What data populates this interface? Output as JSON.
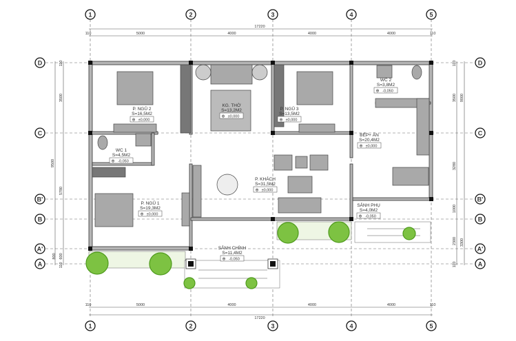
{
  "axes": {
    "columns": [
      "1",
      "2",
      "3",
      "4",
      "5"
    ],
    "rows": [
      "D",
      "C",
      "B'",
      "B",
      "A'",
      "A"
    ]
  },
  "dimensions": {
    "top_total": "17220",
    "top_offset_left": "110",
    "top_offset_right": "110",
    "top_spans": [
      "5000",
      "4000",
      "4000",
      "4000"
    ],
    "bottom_total": "17220",
    "bottom_offset_left": "110",
    "bottom_offset_right": "110",
    "bottom_spans": [
      "5000",
      "4000",
      "4000",
      "4000"
    ],
    "left_total": "9500",
    "left_spans": [
      "3500",
      "5780"
    ],
    "left_small": [
      "110",
      "800",
      "600",
      "110"
    ],
    "right_total": "9000",
    "right_total_lower": "3300",
    "right_spans": [
      "3500",
      "3280",
      "1000",
      "2300"
    ],
    "right_small": [
      "110",
      "110"
    ]
  },
  "rooms": [
    {
      "name": "P. NGỦ 2",
      "area": "S=16,5M2",
      "level": "±0,000"
    },
    {
      "name": "KG. THỜ",
      "area": "S=13,2M2",
      "level": "±0,000"
    },
    {
      "name": "P. NGỦ 3",
      "area": "S=13,5M2",
      "level": "±0,000"
    },
    {
      "name": "WC 2",
      "area": "S=3,8M2",
      "level": "-0,050"
    },
    {
      "name": "BẾP+ ĂN",
      "area": "S=20,4M2",
      "level": "±0,000"
    },
    {
      "name": "WC 1",
      "area": "S=4,5M2",
      "level": "-0,050"
    },
    {
      "name": "P. KHÁCH",
      "area": "S=31,5M2",
      "level": "±0,000"
    },
    {
      "name": "P. NGỦ 1",
      "area": "S=19,3M2",
      "level": "±0,000"
    },
    {
      "name": "SẢNH PHỤ",
      "area": "S=4,0M2",
      "level": "-0,050"
    },
    {
      "name": "SẢNH CHÍNH",
      "area": "S=11,4M2",
      "level": "-0,050"
    }
  ],
  "colors": {
    "wall": "#b5b5b5",
    "column": "#111111",
    "furniture": "#a9a9a9",
    "tree": "#7dc242"
  }
}
